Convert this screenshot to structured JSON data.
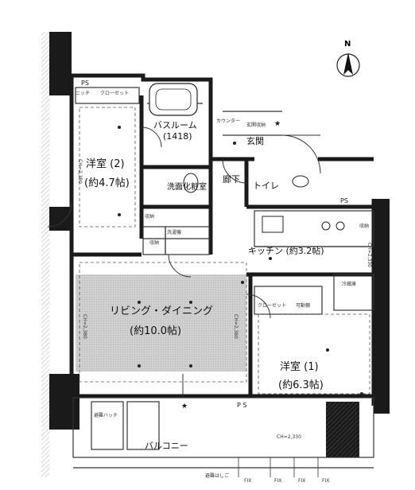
{
  "rooms": {
    "western2": {
      "name": "洋室 (2)",
      "area": "(約4.7帖)"
    },
    "bath": {
      "name": "バスルーム",
      "size": "(1418)"
    },
    "entrance": {
      "name": "玄関"
    },
    "corridor": {
      "name": "廊下"
    },
    "toilet": {
      "name": "トイレ"
    },
    "washroom": {
      "name": "洗面化粧室"
    },
    "kitchen": {
      "name": "キッチン (約3.2帖)"
    },
    "living": {
      "name": "リビング・ダイニング",
      "area": "(約10.0帖)"
    },
    "western1": {
      "name": "洋室 (1)",
      "area": "(約6.3帖)"
    },
    "balcony": {
      "name": "バルコニー"
    }
  },
  "fixtures": {
    "closet_top": "クローゼット",
    "closet_right": "クローゼット",
    "niche": "ニッチ",
    "ps_top": "PS",
    "ps_right": "PS",
    "ps_balcony": "P S",
    "shoe_storage": "玄関収納",
    "counter": "カウンター",
    "storage1": "収納",
    "storage2": "収納",
    "storage3": "収納",
    "laundry": "洗濯機",
    "fridge": "冷蔵庫",
    "movable_shelf": "可動棚",
    "fix1": "FIX",
    "fix2": "FIX",
    "fix3": "FIX",
    "fix4": "FIX",
    "evac_ladder": "避難はしご",
    "balcony_units": "避難ハッチ",
    "north": "N"
  },
  "ceiling_heights": {
    "western2": "CH=2,380",
    "living_left": "CH=2,380",
    "living_right": "CH=2,380",
    "western1": "CH=2,330",
    "kitchen": "CH=2,330"
  },
  "colors": {
    "wall": "#1a1a1a",
    "living_floor": "#d4d4d4",
    "line": "#333333"
  }
}
